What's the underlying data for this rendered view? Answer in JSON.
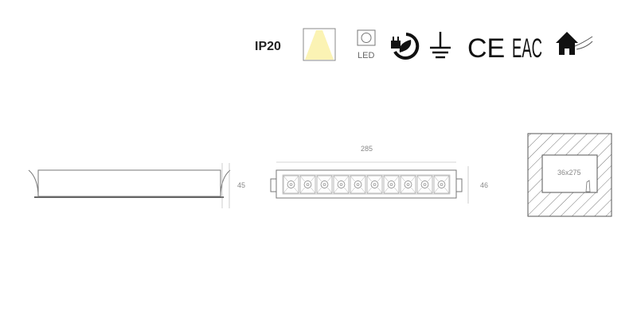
{
  "icons": {
    "ip_rating": "IP20",
    "led_label": "LED",
    "ce_mark": "CE",
    "eac_mark": "EAC",
    "light_color": "#fbf3b4"
  },
  "drawing": {
    "side_height": "45",
    "front_length": "285",
    "front_height": "46",
    "cutout": "36x275",
    "led_count": 10
  }
}
